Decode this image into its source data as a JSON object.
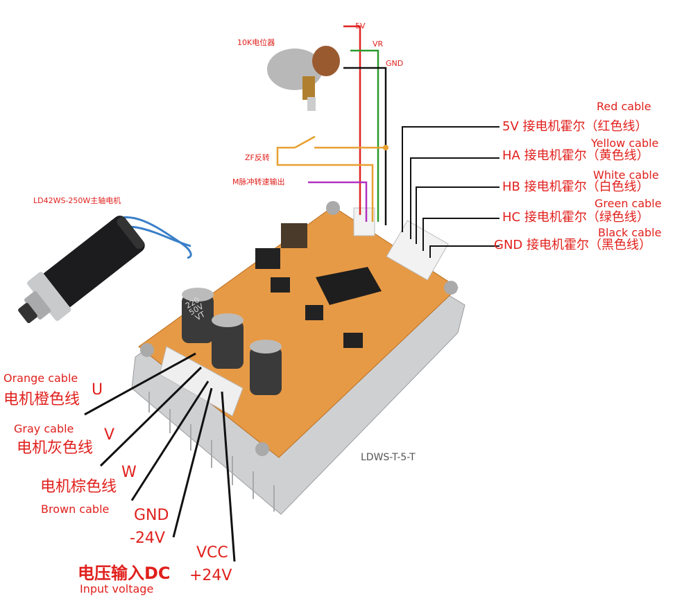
{
  "potentiometer": {
    "label": "10K电位器",
    "pins": [
      "5V",
      "VR",
      "GND"
    ]
  },
  "control": {
    "reverse_label": "ZF反转",
    "pulse_label": "M脉冲转速输出"
  },
  "motor": {
    "label": "LD42WS-250W主轴电机"
  },
  "board": {
    "model": "LDWS-T-5-T",
    "capacitor_text": "220 50V VT"
  },
  "hall_wires": [
    {
      "en": "Red cable",
      "cn": "5V 接电机霍尔（红色线）"
    },
    {
      "en": "Yellow cable",
      "cn": "HA 接电机霍尔（黄色线）"
    },
    {
      "en": "White cable",
      "cn": "HB 接电机霍尔（白色线）"
    },
    {
      "en": "Green cable",
      "cn": "HC 接电机霍尔（绿色线）"
    },
    {
      "en": "Black cable",
      "cn": "GND 接电机霍尔（黑色线）"
    }
  ],
  "power_wires": {
    "u": {
      "en": "Orange cable",
      "phase": "U",
      "cn": "电机橙色线"
    },
    "v": {
      "en": "Gray cable",
      "phase": "V",
      "cn": "电机灰色线"
    },
    "w": {
      "en": "Brown cable",
      "phase": "W",
      "cn": "电机棕色线"
    },
    "gnd": {
      "name": "GND",
      "voltage": "-24V"
    },
    "vcc": {
      "name": "VCC",
      "voltage": "+24V"
    },
    "input": {
      "cn": "电压输入DC",
      "en": "Input voltage"
    }
  },
  "colors": {
    "label": "#e0201c",
    "red": "#e02020",
    "green": "#2a9a2a",
    "orange": "#e8a030",
    "purple": "#b030c0",
    "pcb": "#e79a45",
    "heatsink": "#cfd0d2"
  }
}
